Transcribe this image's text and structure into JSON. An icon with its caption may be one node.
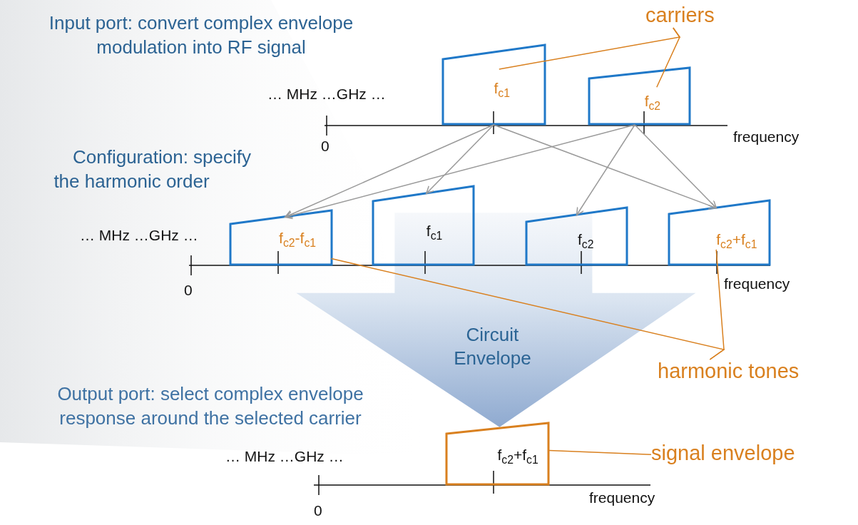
{
  "diagram": {
    "nodes": [
      {
        "text": [
          "f$_{c1}$"
        ]
      },
      {
        "text": [
          "f$_{c2}$"
        ]
      },
      {
        "text": [
          "f$_{c2}$-f$_{c1}$"
        ]
      },
      {
        "text": [
          "f$_{c1}$"
        ]
      },
      {
        "text": [
          "f$_{c2}$"
        ]
      },
      {
        "text": [
          "f$_{c2}$+f$_{c1}$"
        ]
      },
      {
        "text": [
          "f$_{c2}$+f$_{c1}$"
        ]
      },
      {
        "text": [
          "carriers"
        ]
      },
      {
        "text": [
          "harmonic tones"
        ]
      },
      {
        "text": [
          "signal envelope"
        ]
      }
    ],
    "edges": [
      {
        "from": 0,
        "to": 2,
        "arrow": "to"
      },
      {
        "from": 0,
        "to": 3,
        "arrow": "to"
      },
      {
        "from": 0,
        "to": 5,
        "arrow": "to"
      },
      {
        "from": 1,
        "to": 2,
        "arrow": "to"
      },
      {
        "from": 1,
        "to": 4,
        "arrow": "to"
      },
      {
        "from": 1,
        "to": 5,
        "arrow": "to"
      },
      {
        "from": 7,
        "to": 0,
        "arrow": "none",
        "color": "#d9801f"
      },
      {
        "from": 7,
        "to": 1,
        "arrow": "none",
        "color": "#d9801f"
      },
      {
        "from": 8,
        "to": 2,
        "arrow": "none",
        "color": "#d9801f"
      },
      {
        "from": 8,
        "to": 5,
        "arrow": "none",
        "color": "#d9801f"
      },
      {
        "from": 9,
        "to": 6,
        "arrow": "none",
        "color": "#d9801f"
      },
      {
        "from": 3,
        "to": 6,
        "arrow": "to",
        "label": "Circuit Envelope",
        "style": "thick",
        "color": "#8faad0"
      }
    ],
    "labels": [
      "Input port: convert complex envelope modulation into RF signal",
      "… MHz …GHz …",
      "0",
      "frequency",
      "Configuration: specify the harmonic order",
      "… MHz …GHz …",
      "0",
      "frequency",
      "Output port: select complex envelope response around the selected carrier",
      "… MHz …GHz …",
      "0",
      "frequency"
    ]
  }
}
